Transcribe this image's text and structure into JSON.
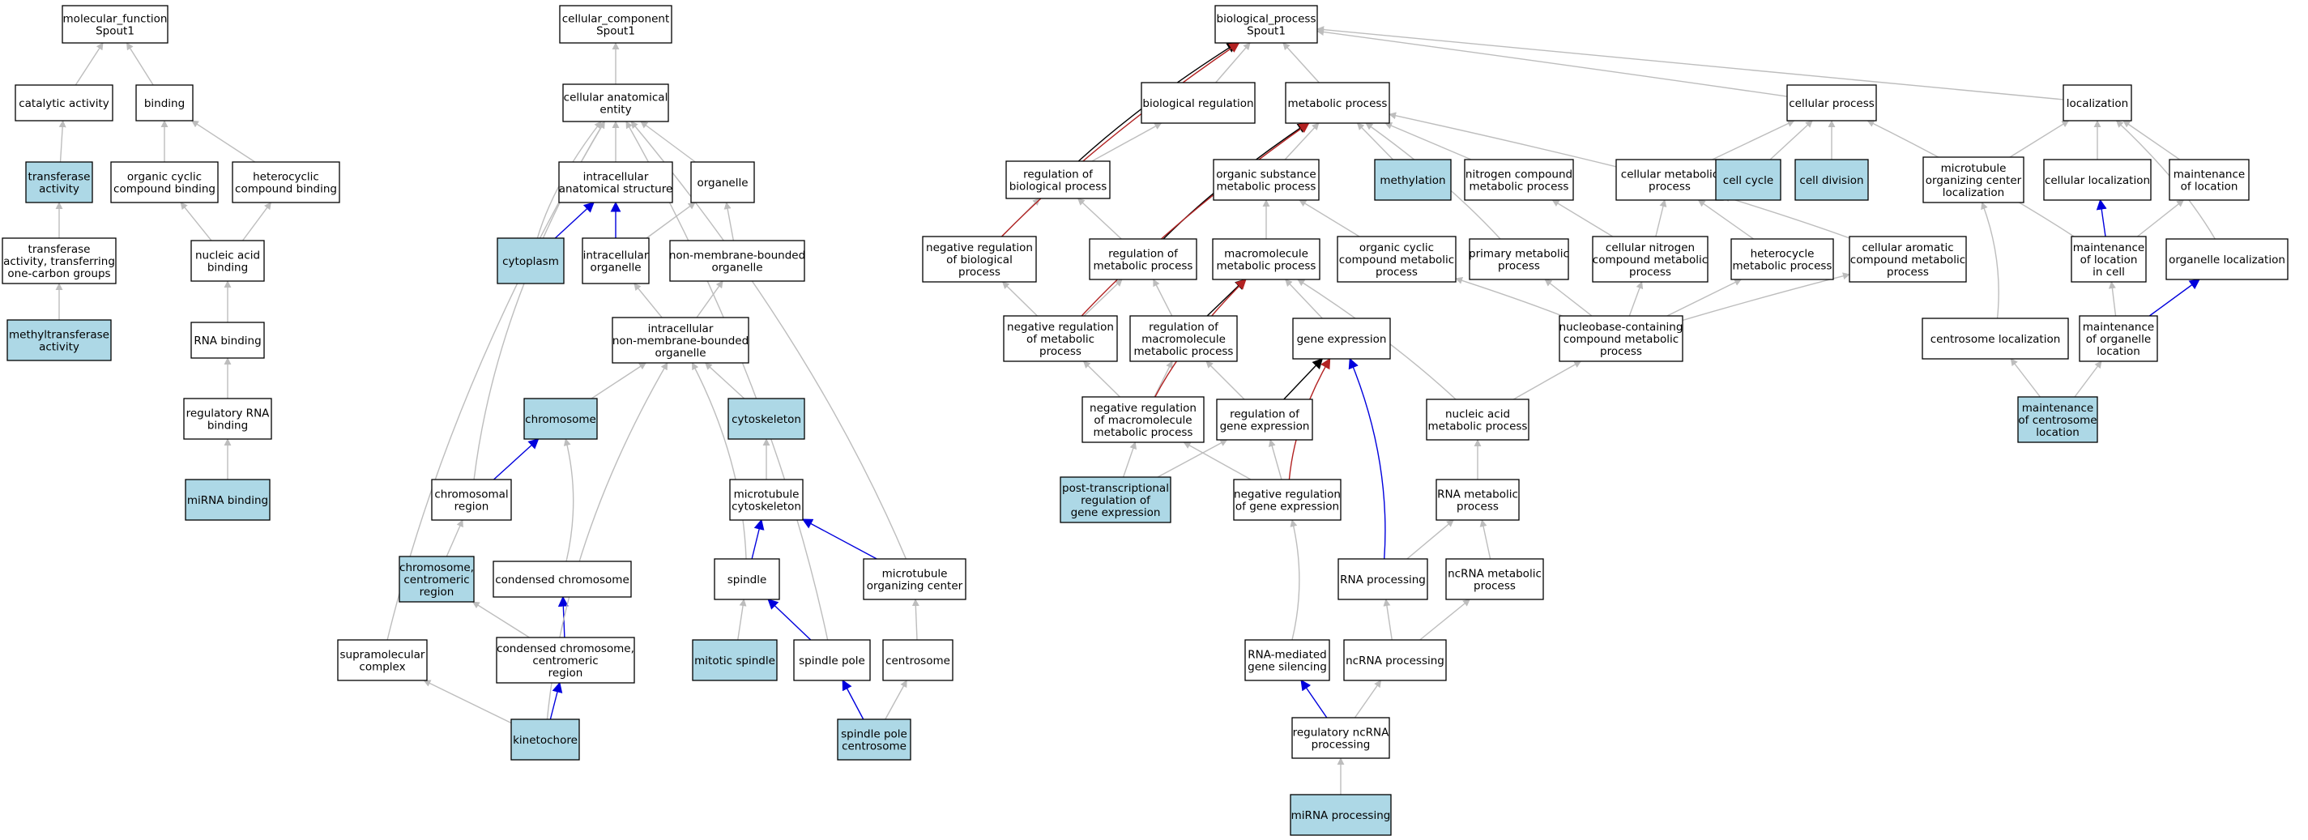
{
  "colors": {
    "plain": "#ffffff",
    "highlight": "#add8e6",
    "gray": "#bdbdbd",
    "black": "#000000",
    "blue": "#0000dd",
    "red": "#b22222"
  },
  "nodes": {
    "mf": {
      "lines": [
        "molecular_function",
        "Spout1"
      ],
      "hl": false
    },
    "catalytic": {
      "lines": [
        "catalytic activity"
      ],
      "hl": false
    },
    "binding": {
      "lines": [
        "binding"
      ],
      "hl": false
    },
    "transferase": {
      "lines": [
        "transferase",
        "activity"
      ],
      "hl": true
    },
    "organic_cyclic_binding": {
      "lines": [
        "organic cyclic",
        "compound binding"
      ],
      "hl": false
    },
    "heterocyclic_binding": {
      "lines": [
        "heterocyclic",
        "compound binding"
      ],
      "hl": false
    },
    "transferase_1c": {
      "lines": [
        "transferase",
        "activity, transferring",
        "one-carbon groups"
      ],
      "hl": false
    },
    "nucleic_acid_binding": {
      "lines": [
        "nucleic acid",
        "binding"
      ],
      "hl": false
    },
    "methyltransferase": {
      "lines": [
        "methyltransferase",
        "activity"
      ],
      "hl": true
    },
    "rna_binding": {
      "lines": [
        "RNA binding"
      ],
      "hl": false
    },
    "reg_rna_binding": {
      "lines": [
        "regulatory RNA",
        "binding"
      ],
      "hl": false
    },
    "mirna_binding": {
      "lines": [
        "miRNA binding"
      ],
      "hl": true
    },
    "cc": {
      "lines": [
        "cellular_component",
        "Spout1"
      ],
      "hl": false
    },
    "cae": {
      "lines": [
        "cellular anatomical",
        "entity"
      ],
      "hl": false
    },
    "ias": {
      "lines": [
        "intracellular",
        "anatomical structure"
      ],
      "hl": false
    },
    "organelle": {
      "lines": [
        "organelle"
      ],
      "hl": false
    },
    "cytoplasm": {
      "lines": [
        "cytoplasm"
      ],
      "hl": true
    },
    "intra_organelle": {
      "lines": [
        "intracellular",
        "organelle"
      ],
      "hl": false
    },
    "nmbo": {
      "lines": [
        "non-membrane-bounded",
        "organelle"
      ],
      "hl": false
    },
    "inmbo": {
      "lines": [
        "intracellular",
        "non-membrane-bounded",
        "organelle"
      ],
      "hl": false
    },
    "chromosome": {
      "lines": [
        "chromosome"
      ],
      "hl": true
    },
    "cytoskeleton": {
      "lines": [
        "cytoskeleton"
      ],
      "hl": true
    },
    "chrom_region": {
      "lines": [
        "chromosomal",
        "region"
      ],
      "hl": false
    },
    "mt_cytoskeleton": {
      "lines": [
        "microtubule",
        "cytoskeleton"
      ],
      "hl": false
    },
    "centromeric_region": {
      "lines": [
        "chromosome,",
        "centromeric",
        "region"
      ],
      "hl": true
    },
    "condensed_chrom": {
      "lines": [
        "condensed chromosome"
      ],
      "hl": false
    },
    "spindle": {
      "lines": [
        "spindle"
      ],
      "hl": false
    },
    "mtoc": {
      "lines": [
        "microtubule",
        "organizing center"
      ],
      "hl": false
    },
    "supramolecular": {
      "lines": [
        "supramolecular",
        "complex"
      ],
      "hl": false
    },
    "cond_centromeric": {
      "lines": [
        "condensed chromosome,",
        "centromeric",
        "region"
      ],
      "hl": false
    },
    "mitotic_spindle": {
      "lines": [
        "mitotic spindle"
      ],
      "hl": true
    },
    "spindle_pole": {
      "lines": [
        "spindle pole"
      ],
      "hl": false
    },
    "centrosome": {
      "lines": [
        "centrosome"
      ],
      "hl": false
    },
    "kinetochore": {
      "lines": [
        "kinetochore"
      ],
      "hl": true
    },
    "spindle_pole_centrosome": {
      "lines": [
        "spindle pole",
        "centrosome"
      ],
      "hl": true
    },
    "bp": {
      "lines": [
        "biological_process",
        "Spout1"
      ],
      "hl": false
    },
    "bio_reg": {
      "lines": [
        "biological regulation"
      ],
      "hl": false
    },
    "metabolic": {
      "lines": [
        "metabolic process"
      ],
      "hl": false
    },
    "cellular_process": {
      "lines": [
        "cellular process"
      ],
      "hl": false
    },
    "localization": {
      "lines": [
        "localization"
      ],
      "hl": false
    },
    "reg_bio_process": {
      "lines": [
        "regulation of",
        "biological process"
      ],
      "hl": false
    },
    "organic_subst": {
      "lines": [
        "organic substance",
        "metabolic process"
      ],
      "hl": false
    },
    "methylation": {
      "lines": [
        "methylation"
      ],
      "hl": true
    },
    "nitrogen_compound": {
      "lines": [
        "nitrogen compound",
        "metabolic process"
      ],
      "hl": false
    },
    "cellular_metabolic": {
      "lines": [
        "cellular metabolic",
        "process"
      ],
      "hl": false
    },
    "cell_cycle": {
      "lines": [
        "cell cycle"
      ],
      "hl": true
    },
    "cell_division": {
      "lines": [
        "cell division"
      ],
      "hl": true
    },
    "mtoc_localization": {
      "lines": [
        "microtubule",
        "organizing center",
        "localization"
      ],
      "hl": false
    },
    "cellular_localization": {
      "lines": [
        "cellular localization"
      ],
      "hl": false
    },
    "maint_location": {
      "lines": [
        "maintenance",
        "of location"
      ],
      "hl": false
    },
    "neg_reg_bio": {
      "lines": [
        "negative regulation",
        "of biological",
        "process"
      ],
      "hl": false
    },
    "reg_metabolic": {
      "lines": [
        "regulation of",
        "metabolic process"
      ],
      "hl": false
    },
    "macromolecule": {
      "lines": [
        "macromolecule",
        "metabolic process"
      ],
      "hl": false
    },
    "organic_cyclic_met": {
      "lines": [
        "organic cyclic",
        "compound metabolic",
        "process"
      ],
      "hl": false
    },
    "primary_met": {
      "lines": [
        "primary metabolic",
        "process"
      ],
      "hl": false
    },
    "cell_nitrogen": {
      "lines": [
        "cellular nitrogen",
        "compound metabolic",
        "process"
      ],
      "hl": false
    },
    "heterocycle_met": {
      "lines": [
        "heterocycle",
        "metabolic process"
      ],
      "hl": false
    },
    "cell_aromatic": {
      "lines": [
        "cellular aromatic",
        "compound metabolic",
        "process"
      ],
      "hl": false
    },
    "maint_loc_cell": {
      "lines": [
        "maintenance",
        "of location",
        "in cell"
      ],
      "hl": false
    },
    "organelle_localization": {
      "lines": [
        "organelle localization"
      ],
      "hl": false
    },
    "neg_reg_met": {
      "lines": [
        "negative regulation",
        "of metabolic",
        "process"
      ],
      "hl": false
    },
    "reg_macro": {
      "lines": [
        "regulation of",
        "macromolecule",
        "metabolic process"
      ],
      "hl": false
    },
    "gene_expression": {
      "lines": [
        "gene expression"
      ],
      "hl": false
    },
    "nucleobase": {
      "lines": [
        "nucleobase-containing",
        "compound metabolic",
        "process"
      ],
      "hl": false
    },
    "centrosome_localization": {
      "lines": [
        "centrosome localization"
      ],
      "hl": false
    },
    "maint_organelle_loc": {
      "lines": [
        "maintenance",
        "of organelle",
        "location"
      ],
      "hl": false
    },
    "neg_reg_macro": {
      "lines": [
        "negative regulation",
        "of macromolecule",
        "metabolic process"
      ],
      "hl": false
    },
    "reg_gene_expr": {
      "lines": [
        "regulation of",
        "gene expression"
      ],
      "hl": false
    },
    "nucleic_acid_met": {
      "lines": [
        "nucleic acid",
        "metabolic process"
      ],
      "hl": false
    },
    "maint_centrosome_loc": {
      "lines": [
        "maintenance",
        "of centrosome",
        "location"
      ],
      "hl": true
    },
    "post_transcriptional": {
      "lines": [
        "post-transcriptional",
        "regulation of",
        "gene expression"
      ],
      "hl": true
    },
    "neg_reg_gene_expr": {
      "lines": [
        "negative regulation",
        "of gene expression"
      ],
      "hl": false
    },
    "rna_metabolic": {
      "lines": [
        "RNA metabolic",
        "process"
      ],
      "hl": false
    },
    "rna_processing": {
      "lines": [
        "RNA processing"
      ],
      "hl": false
    },
    "ncrna_metabolic": {
      "lines": [
        "ncRNA metabolic",
        "process"
      ],
      "hl": false
    },
    "rna_silencing": {
      "lines": [
        "RNA-mediated",
        "gene silencing"
      ],
      "hl": false
    },
    "ncrna_processing": {
      "lines": [
        "ncRNA processing"
      ],
      "hl": false
    },
    "reg_ncrna_processing": {
      "lines": [
        "regulatory ncRNA",
        "processing"
      ],
      "hl": false
    },
    "mirna_processing": {
      "lines": [
        "miRNA processing"
      ],
      "hl": true
    }
  },
  "edges": [
    [
      "catalytic",
      "mf",
      "gray"
    ],
    [
      "binding",
      "mf",
      "gray"
    ],
    [
      "transferase",
      "catalytic",
      "gray"
    ],
    [
      "organic_cyclic_binding",
      "binding",
      "gray"
    ],
    [
      "heterocyclic_binding",
      "binding",
      "gray"
    ],
    [
      "transferase_1c",
      "transferase",
      "gray"
    ],
    [
      "nucleic_acid_binding",
      "organic_cyclic_binding",
      "gray"
    ],
    [
      "nucleic_acid_binding",
      "heterocyclic_binding",
      "gray"
    ],
    [
      "methyltransferase",
      "transferase_1c",
      "gray"
    ],
    [
      "rna_binding",
      "nucleic_acid_binding",
      "gray"
    ],
    [
      "reg_rna_binding",
      "rna_binding",
      "gray"
    ],
    [
      "mirna_binding",
      "reg_rna_binding",
      "gray"
    ],
    [
      "cae",
      "cc",
      "gray"
    ],
    [
      "ias",
      "cae",
      "gray"
    ],
    [
      "organelle",
      "cae",
      "gray"
    ],
    [
      "cytoplasm",
      "cae",
      "gray"
    ],
    [
      "cytoplasm",
      "ias",
      "blue"
    ],
    [
      "intra_organelle",
      "ias",
      "blue"
    ],
    [
      "intra_organelle",
      "organelle",
      "gray"
    ],
    [
      "nmbo",
      "organelle",
      "gray"
    ],
    [
      "inmbo",
      "intra_organelle",
      "gray"
    ],
    [
      "inmbo",
      "nmbo",
      "gray"
    ],
    [
      "chromosome",
      "inmbo",
      "gray"
    ],
    [
      "cytoskeleton",
      "inmbo",
      "gray"
    ],
    [
      "chrom_region",
      "chromosome",
      "blue"
    ],
    [
      "chrom_region",
      "cae",
      "gray"
    ],
    [
      "mt_cytoskeleton",
      "cytoskeleton",
      "gray"
    ],
    [
      "centromeric_region",
      "chrom_region",
      "gray"
    ],
    [
      "condensed_chrom",
      "chromosome",
      "gray"
    ],
    [
      "spindle",
      "mt_cytoskeleton",
      "blue"
    ],
    [
      "spindle",
      "inmbo",
      "gray"
    ],
    [
      "mtoc",
      "mt_cytoskeleton",
      "blue"
    ],
    [
      "mtoc",
      "cae",
      "gray"
    ],
    [
      "supramolecular",
      "cae",
      "gray"
    ],
    [
      "cond_centromeric",
      "condensed_chrom",
      "blue"
    ],
    [
      "cond_centromeric",
      "centromeric_region",
      "gray"
    ],
    [
      "mitotic_spindle",
      "spindle",
      "gray"
    ],
    [
      "spindle_pole",
      "spindle",
      "blue"
    ],
    [
      "spindle_pole",
      "cae",
      "gray"
    ],
    [
      "centrosome",
      "mtoc",
      "gray"
    ],
    [
      "kinetochore",
      "cond_centromeric",
      "blue"
    ],
    [
      "kinetochore",
      "supramolecular",
      "gray"
    ],
    [
      "kinetochore",
      "inmbo",
      "gray"
    ],
    [
      "spindle_pole_centrosome",
      "spindle_pole",
      "blue"
    ],
    [
      "spindle_pole_centrosome",
      "centrosome",
      "gray"
    ],
    [
      "bio_reg",
      "bp",
      "gray"
    ],
    [
      "metabolic",
      "bp",
      "gray"
    ],
    [
      "cellular_process",
      "bp",
      "gray"
    ],
    [
      "localization",
      "bp",
      "gray"
    ],
    [
      "reg_bio_process",
      "bio_reg",
      "gray"
    ],
    [
      "reg_bio_process",
      "bp",
      "black"
    ],
    [
      "organic_subst",
      "metabolic",
      "gray"
    ],
    [
      "methylation",
      "metabolic",
      "gray"
    ],
    [
      "nitrogen_compound",
      "metabolic",
      "gray"
    ],
    [
      "cellular_metabolic",
      "metabolic",
      "gray"
    ],
    [
      "cellular_metabolic",
      "cellular_process",
      "gray"
    ],
    [
      "cell_cycle",
      "cellular_process",
      "gray"
    ],
    [
      "cell_division",
      "cellular_process",
      "gray"
    ],
    [
      "mtoc_localization",
      "localization",
      "gray"
    ],
    [
      "cellular_localization",
      "localization",
      "gray"
    ],
    [
      "maint_location",
      "localization",
      "gray"
    ],
    [
      "neg_reg_bio",
      "reg_bio_process",
      "gray"
    ],
    [
      "neg_reg_bio",
      "bp",
      "red"
    ],
    [
      "reg_metabolic",
      "reg_bio_process",
      "gray"
    ],
    [
      "reg_metabolic",
      "metabolic",
      "black"
    ],
    [
      "macromolecule",
      "organic_subst",
      "gray"
    ],
    [
      "organic_cyclic_met",
      "organic_subst",
      "gray"
    ],
    [
      "primary_met",
      "metabolic",
      "gray"
    ],
    [
      "cell_nitrogen",
      "nitrogen_compound",
      "gray"
    ],
    [
      "cell_nitrogen",
      "cellular_metabolic",
      "gray"
    ],
    [
      "heterocycle_met",
      "cellular_metabolic",
      "gray"
    ],
    [
      "cell_aromatic",
      "cellular_metabolic",
      "gray"
    ],
    [
      "maint_loc_cell",
      "cellular_localization",
      "blue"
    ],
    [
      "maint_loc_cell",
      "maint_location",
      "gray"
    ],
    [
      "maint_loc_cell",
      "cellular_process",
      "gray"
    ],
    [
      "organelle_localization",
      "localization",
      "gray"
    ],
    [
      "neg_reg_met",
      "neg_reg_bio",
      "gray"
    ],
    [
      "neg_reg_met",
      "reg_metabolic",
      "gray"
    ],
    [
      "neg_reg_met",
      "metabolic",
      "red"
    ],
    [
      "reg_macro",
      "reg_metabolic",
      "gray"
    ],
    [
      "reg_macro",
      "macromolecule",
      "black"
    ],
    [
      "gene_expression",
      "macromolecule",
      "gray"
    ],
    [
      "nucleobase",
      "organic_cyclic_met",
      "gray"
    ],
    [
      "nucleobase",
      "primary_met",
      "gray"
    ],
    [
      "nucleobase",
      "cell_nitrogen",
      "gray"
    ],
    [
      "nucleobase",
      "heterocycle_met",
      "gray"
    ],
    [
      "nucleobase",
      "cell_aromatic",
      "gray"
    ],
    [
      "centrosome_localization",
      "mtoc_localization",
      "gray"
    ],
    [
      "maint_organelle_loc",
      "maint_loc_cell",
      "gray"
    ],
    [
      "maint_organelle_loc",
      "organelle_localization",
      "blue"
    ],
    [
      "neg_reg_macro",
      "neg_reg_met",
      "gray"
    ],
    [
      "neg_reg_macro",
      "reg_macro",
      "gray"
    ],
    [
      "neg_reg_macro",
      "macromolecule",
      "red"
    ],
    [
      "reg_gene_expr",
      "reg_macro",
      "gray"
    ],
    [
      "reg_gene_expr",
      "gene_expression",
      "black"
    ],
    [
      "nucleic_acid_met",
      "nucleobase",
      "gray"
    ],
    [
      "nucleic_acid_met",
      "macromolecule",
      "gray"
    ],
    [
      "maint_centrosome_loc",
      "centrosome_localization",
      "gray"
    ],
    [
      "maint_centrosome_loc",
      "maint_organelle_loc",
      "gray"
    ],
    [
      "post_transcriptional",
      "reg_gene_expr",
      "gray"
    ],
    [
      "post_transcriptional",
      "neg_reg_macro",
      "gray"
    ],
    [
      "neg_reg_gene_expr",
      "reg_gene_expr",
      "gray"
    ],
    [
      "neg_reg_gene_expr",
      "neg_reg_macro",
      "gray"
    ],
    [
      "neg_reg_gene_expr",
      "gene_expression",
      "red"
    ],
    [
      "rna_metabolic",
      "nucleic_acid_met",
      "gray"
    ],
    [
      "rna_processing",
      "rna_metabolic",
      "gray"
    ],
    [
      "rna_processing",
      "gene_expression",
      "blue"
    ],
    [
      "ncrna_metabolic",
      "rna_metabolic",
      "gray"
    ],
    [
      "rna_silencing",
      "neg_reg_gene_expr",
      "gray"
    ],
    [
      "ncrna_processing",
      "rna_processing",
      "gray"
    ],
    [
      "ncrna_processing",
      "ncrna_metabolic",
      "gray"
    ],
    [
      "reg_ncrna_processing",
      "rna_silencing",
      "blue"
    ],
    [
      "reg_ncrna_processing",
      "ncrna_processing",
      "gray"
    ],
    [
      "mirna_processing",
      "reg_ncrna_processing",
      "gray"
    ]
  ]
}
